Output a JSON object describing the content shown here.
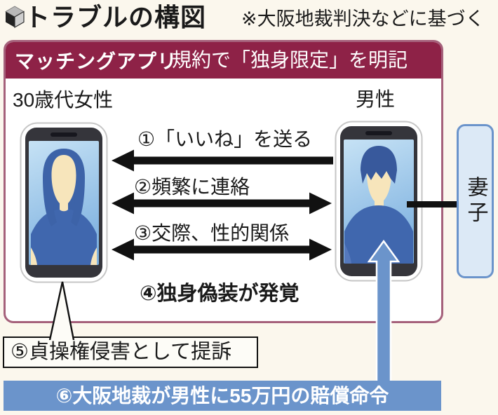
{
  "header": {
    "title": "トラブルの構図",
    "source_note": "※大阪地裁判決などに基づく"
  },
  "panel": {
    "app_name": "マッチングアプリ",
    "rule_note": "規約で「独身限定」を明記",
    "woman_label": "30歳代女性",
    "man_label": "男性",
    "steps": [
      {
        "label": "①「いいね」を送る",
        "arrow": "man-to-woman"
      },
      {
        "label": "②頻繁に連絡",
        "arrow": "both-ways"
      },
      {
        "label": "③交際、性的関係",
        "arrow": "both-ways"
      },
      {
        "label": "④独身偽装が発覚",
        "arrow": "none"
      }
    ]
  },
  "wife_box": {
    "label": "妻子"
  },
  "lawsuit_box": {
    "label": "⑤貞操権侵害として提訴"
  },
  "verdict_bar": {
    "label": "⑥大阪地裁が男性に55万円の賠償命令"
  },
  "colors": {
    "maroon": "#8e2247",
    "panel-border": "#a5617b",
    "accent-blue": "#6b94cb",
    "wife-fill": "#dce9f6",
    "ink": "#1a1a1a",
    "page-bg": "#fbf7ed"
  }
}
